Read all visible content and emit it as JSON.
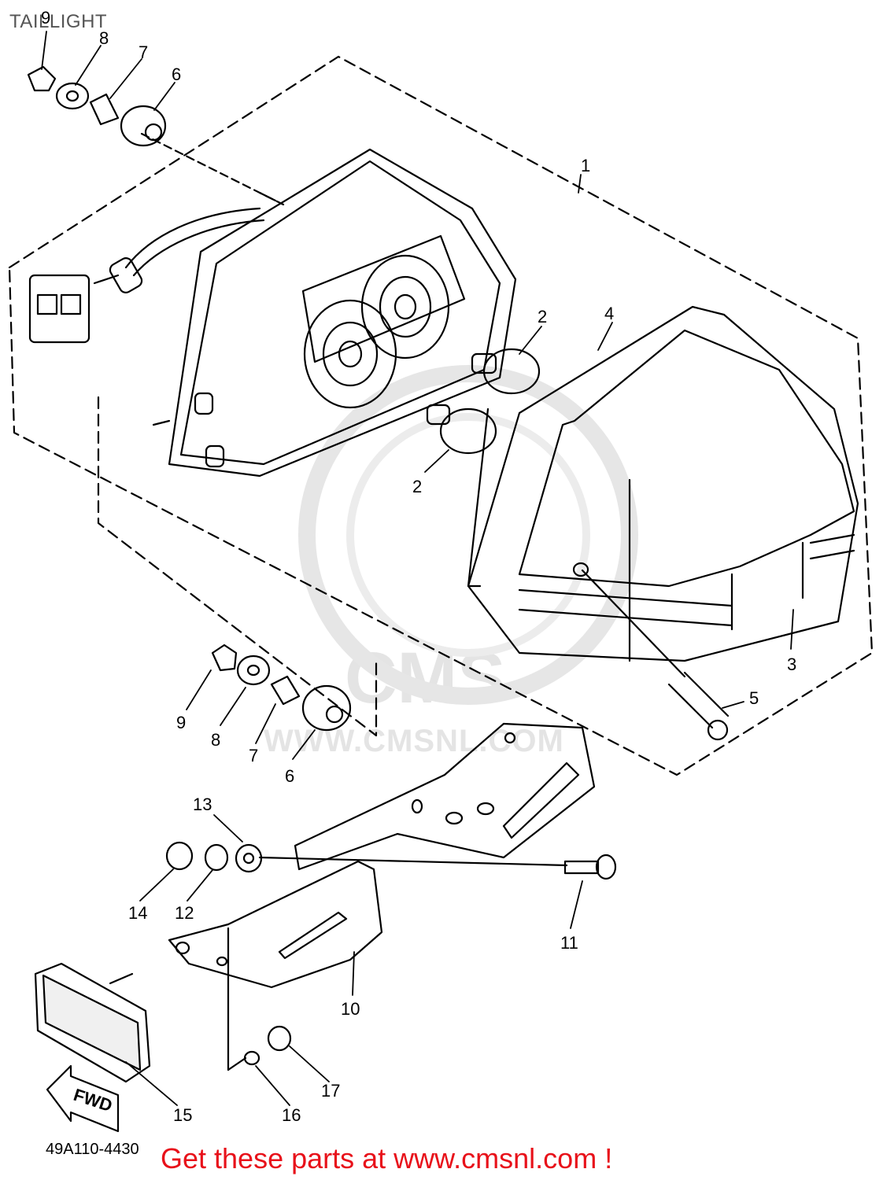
{
  "diagram": {
    "title": "TAILLIGHT",
    "fwd_label": "FWD",
    "watermark": {
      "logo": "CMS",
      "url": "WWW.CMSNL.COM"
    },
    "diagram_code": "49A110-4430",
    "footer": "Get these parts at www.cmsnl.com !",
    "callouts": [
      "1",
      "2",
      "2",
      "3",
      "4",
      "5",
      "6",
      "6",
      "7",
      "7",
      "8",
      "8",
      "9",
      "9",
      "10",
      "11",
      "12",
      "13",
      "14",
      "15",
      "16",
      "17"
    ],
    "colors": {
      "line": "#000000",
      "footer": "#e8111a",
      "watermark": "#e4e4e4"
    }
  }
}
